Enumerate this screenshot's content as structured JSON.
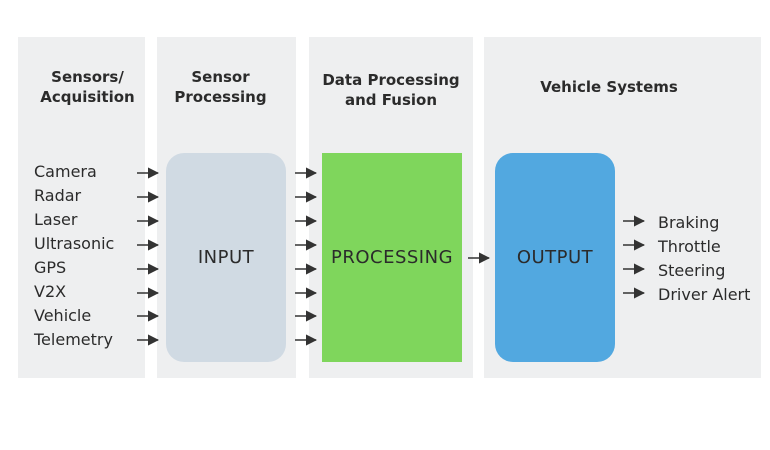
{
  "columns": {
    "sensors": {
      "line1": "Sensors/",
      "line2": "Acquisition"
    },
    "sensor_processing": {
      "line1": "Sensor",
      "line2": "Processing"
    },
    "data_processing": {
      "line1": "Data Processing",
      "line2": "and Fusion"
    },
    "vehicle_systems": {
      "line1": "Vehicle Systems"
    }
  },
  "inputs": [
    "Camera",
    "Radar",
    "Laser",
    "Ultrasonic",
    "GPS",
    "V2X",
    "Vehicle",
    "Telemetry"
  ],
  "blocks": {
    "input": "INPUT",
    "processing": "PROCESSING",
    "output": "OUTPUT"
  },
  "outputs": [
    "Braking",
    "Throttle",
    "Steering",
    "Driver Alert"
  ],
  "colors": {
    "column_background": "#eeeff0",
    "input_block": "#d0dae3",
    "processing_block": "#7fd65c",
    "output_block": "#52a8e0",
    "arrow": "#333333"
  }
}
